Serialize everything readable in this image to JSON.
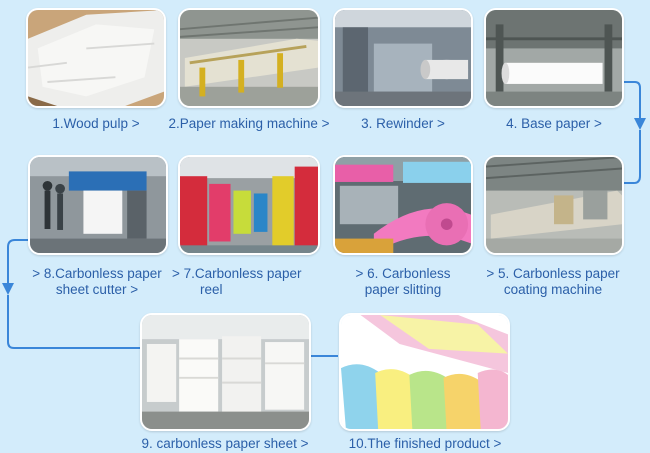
{
  "steps": [
    {
      "id": 1,
      "label": "1.Wood pulp >"
    },
    {
      "id": 2,
      "label": "2.Paper making machine >"
    },
    {
      "id": 3,
      "label": "3. Rewinder >"
    },
    {
      "id": 4,
      "label": "4. Base paper >"
    },
    {
      "id": 5,
      "label": "> 5. Carbonless paper coating machine",
      "lines": [
        "> 5. Carbonless paper",
        "coating machine"
      ]
    },
    {
      "id": 6,
      "label": "> 6. Carbonless paper slitting",
      "lines": [
        "> 6. Carbonless",
        "paper slitting"
      ]
    },
    {
      "id": 7,
      "label": "> 7.Carbonless paper reel",
      "lines": [
        "> 7.Carbonless paper",
        "reel"
      ]
    },
    {
      "id": 8,
      "label": "> 8.Carbonless paper sheet cutter >",
      "lines": [
        "> 8.Carbonless paper",
        "sheet cutter >"
      ]
    },
    {
      "id": 9,
      "label": "9. carbonless paper sheet >"
    },
    {
      "id": 10,
      "label": "10.The finished product >"
    }
  ],
  "colors": {
    "background": "#d3ecfb",
    "caption_text": "#2b5fa8",
    "flow_line": "#3a86d9",
    "tile_border": "#ffffff"
  }
}
